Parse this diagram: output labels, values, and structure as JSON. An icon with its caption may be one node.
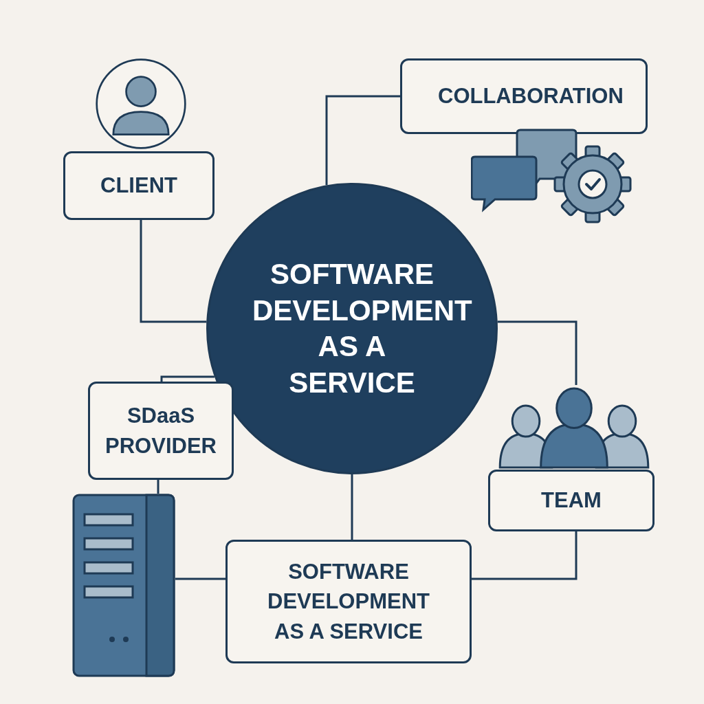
{
  "diagram": {
    "nodes": [
      {
        "text": [
          "SOFTWARE DEVELOPMENT AS A SERVICE"
        ]
      },
      {
        "text": [],
        "shape": "picture"
      },
      {
        "text": [
          "CLIENT"
        ]
      },
      {
        "text": [
          "COLLABORATION"
        ]
      },
      {
        "text": [],
        "shape": "picture"
      },
      {
        "text": [
          "SDaaS PROVIDER"
        ]
      },
      {
        "text": [],
        "shape": "picture"
      },
      {
        "text": [],
        "shape": "picture"
      },
      {
        "text": [
          "TEAM"
        ]
      },
      {
        "text": [
          "SOFTWARE DEVELOPMENT AS A SERVICE"
        ]
      }
    ],
    "edges": [
      {
        "from": 2,
        "to": 0,
        "arrow": "none"
      },
      {
        "from": 3,
        "to": 0,
        "arrow": "none"
      },
      {
        "from": 0,
        "to": 7,
        "arrow": "none"
      },
      {
        "from": 0,
        "to": 5,
        "arrow": "none"
      },
      {
        "from": 0,
        "to": 9,
        "arrow": "none"
      },
      {
        "from": 8,
        "to": 9,
        "arrow": "none"
      },
      {
        "from": 6,
        "to": 9,
        "arrow": "none"
      },
      {
        "from": 5,
        "to": 6,
        "arrow": "none"
      }
    ]
  }
}
